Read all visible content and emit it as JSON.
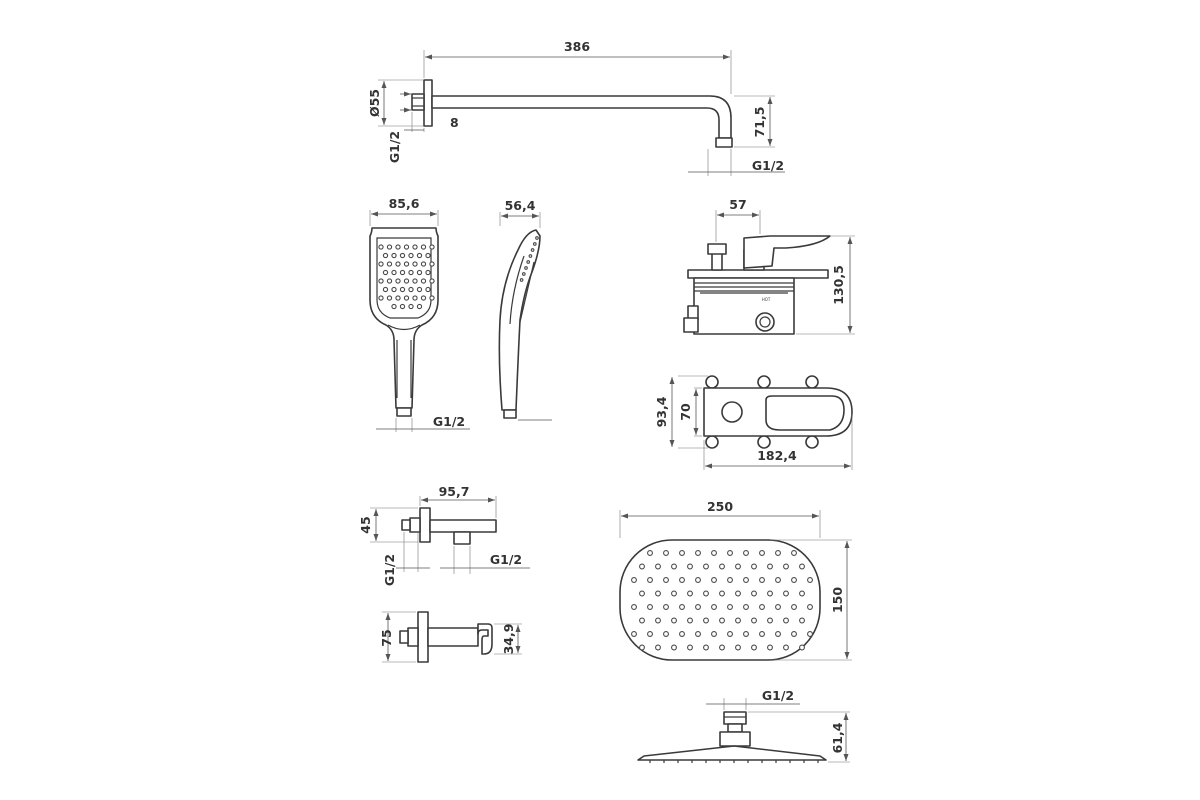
{
  "dimensions": {
    "arm_length": "386",
    "arm_diameter": "Ø55",
    "arm_wall_offset": "8",
    "arm_thread_wall": "G1/2",
    "arm_drop": "71,5",
    "arm_thread_outlet": "G1/2",
    "hand_width": "85,6",
    "hand_thread": "G1/2",
    "hand_side_depth": "56,4",
    "mixer_top_width": "57",
    "mixer_height": "130,5",
    "mixer_hot_label": "HOT",
    "plate_height_outer": "93,4",
    "plate_height_inner": "70",
    "plate_width": "182,4",
    "outlet_length": "95,7",
    "outlet_height": "45",
    "outlet_thread_left": "G1/2",
    "outlet_thread_right": "G1/2",
    "holder_height": "75",
    "holder_slot": "34,9",
    "head_width": "250",
    "head_height": "150",
    "head_thread": "G1/2",
    "head_thickness": "61,4"
  }
}
